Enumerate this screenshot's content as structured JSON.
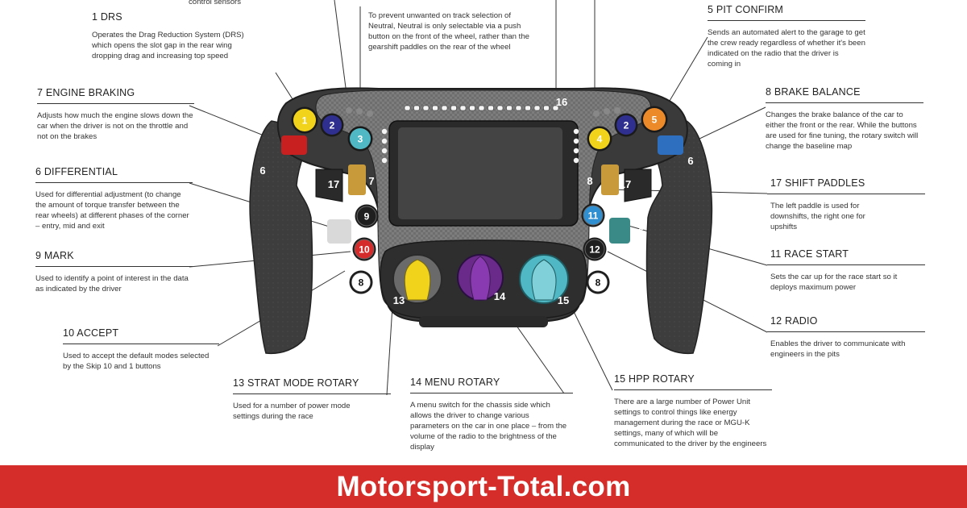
{
  "annotations": {
    "top_sensors_fragment": "control sensors",
    "drs": {
      "title": "1  DRS",
      "desc": "Operates the Drag Reduction System (DRS) which opens the slot gap in the rear wing dropping drag and increasing top speed"
    },
    "engine_braking": {
      "title": "7  ENGINE BRAKING",
      "desc": "Adjusts how much the engine slows down the car when the driver is not on the throttle and not on the brakes"
    },
    "differential": {
      "title": "6  DIFFERENTIAL",
      "desc": "Used for differential adjustment (to change the amount of torque transfer between the rear wheels) at different phases of the corner – entry, mid and exit"
    },
    "mark": {
      "title": "9 MARK",
      "desc": "Used to identify a point of interest in the data as indicated by the driver"
    },
    "accept": {
      "title": "10  ACCEPT",
      "desc": "Used to accept the default modes selected by the Skip 10 and 1 buttons"
    },
    "neutral": {
      "desc": "To prevent unwanted on track selection of Neutral, Neutral is only selectable via a push button on the front of the wheel, rather than the gearshift paddles on the rear of the wheel"
    },
    "pit_confirm": {
      "title": "5  PIT CONFIRM",
      "desc": "Sends an automated alert to the garage to get the crew ready regardless of whether it's been indicated on the radio that the driver is coming in"
    },
    "brake_balance": {
      "title": "8  BRAKE BALANCE",
      "desc": "Changes the brake balance of the car to either the front or the rear. While the buttons are used for fine tuning, the rotary switch will change the baseline map"
    },
    "shift_paddles": {
      "title": "17  SHIFT PADDLES",
      "desc": "The left paddle is used for downshifts, the right one for upshifts"
    },
    "race_start": {
      "title": "11  RACE START",
      "desc": "Sets the car up for the race start so it deploys maximum power"
    },
    "radio": {
      "title": "12  RADIO",
      "desc": "Enables the driver to communicate with engineers in the pits"
    },
    "strat_mode": {
      "title": "13 STRAT MODE ROTARY",
      "desc": "Used for a number of power mode settings during the race"
    },
    "menu_rotary": {
      "title": "14  MENU ROTARY",
      "desc": "A menu switch for the chassis side which allows the driver to change various parameters on the car in one place – from the volume of the radio to the brightness of the display"
    },
    "hpp_rotary": {
      "title": "15  HPP ROTARY",
      "desc": "There are a large number of Power Unit settings to control things like energy management during the race or MGU-K settings, many of which will be communicated to the driver by the engineers"
    }
  },
  "wheel_labels": {
    "b1": "1",
    "b2_left": "2",
    "b3": "3",
    "b4": "4",
    "b2_right": "2",
    "b5": "5",
    "b9": "9",
    "b10": "10",
    "b8_left": "8",
    "b11": "11",
    "b12": "12",
    "b8_right": "8",
    "diff_left": "6",
    "diff_right": "6",
    "grip_left": "6",
    "grip_right": "6",
    "paddle_left": "17",
    "paddle_right": "17",
    "rotary7": "7",
    "rotary8": "8",
    "led16": "16",
    "r13": "13",
    "r14": "14",
    "r15": "15"
  },
  "colors": {
    "yellow": "#f2d31b",
    "navy": "#2f2f8f",
    "teal": "#50b8c4",
    "orange": "#ec8a2a",
    "red": "#d62b2b",
    "purple": "#6a2a8a",
    "light_blue": "#2f8fd0",
    "brand_red": "#d42d2a"
  },
  "footer": {
    "brand": "Motorsport-Total.com"
  }
}
